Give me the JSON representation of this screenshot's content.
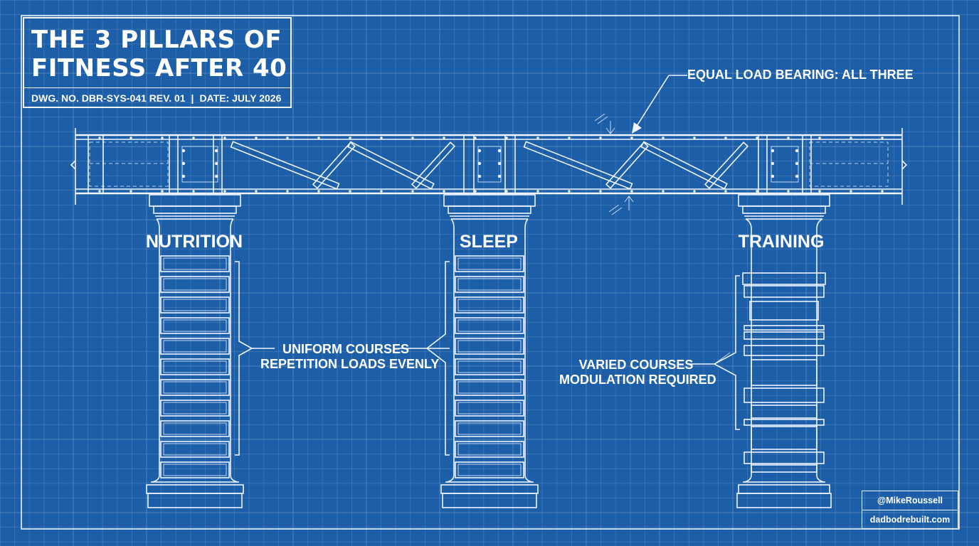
{
  "title_block": {
    "title_line1": "THE 3 PILLARS OF",
    "title_line2": "FITNESS AFTER 40",
    "drawing_number": "DWG. NO. DBR-SYS-041 REV. 01",
    "date": "DATE: JULY 2026"
  },
  "annotations": {
    "beam_note": "EQUAL LOAD BEARING: ALL THREE",
    "uniform_line1": "UNIFORM COURSES",
    "uniform_line2": "REPETITION LOADS EVENLY",
    "varied_line1": "VARIED COURSES",
    "varied_line2": "MODULATION REQUIRED"
  },
  "pillars": [
    {
      "label": "NUTRITION",
      "courses": "uniform"
    },
    {
      "label": "SLEEP",
      "courses": "uniform"
    },
    {
      "label": "TRAINING",
      "courses": "varied"
    }
  ],
  "credits": {
    "handle": "@MikeRoussell",
    "website": "dadbodrebuilt.com"
  },
  "colors": {
    "background": "#1c5ea8",
    "line": "#eef5ff"
  }
}
